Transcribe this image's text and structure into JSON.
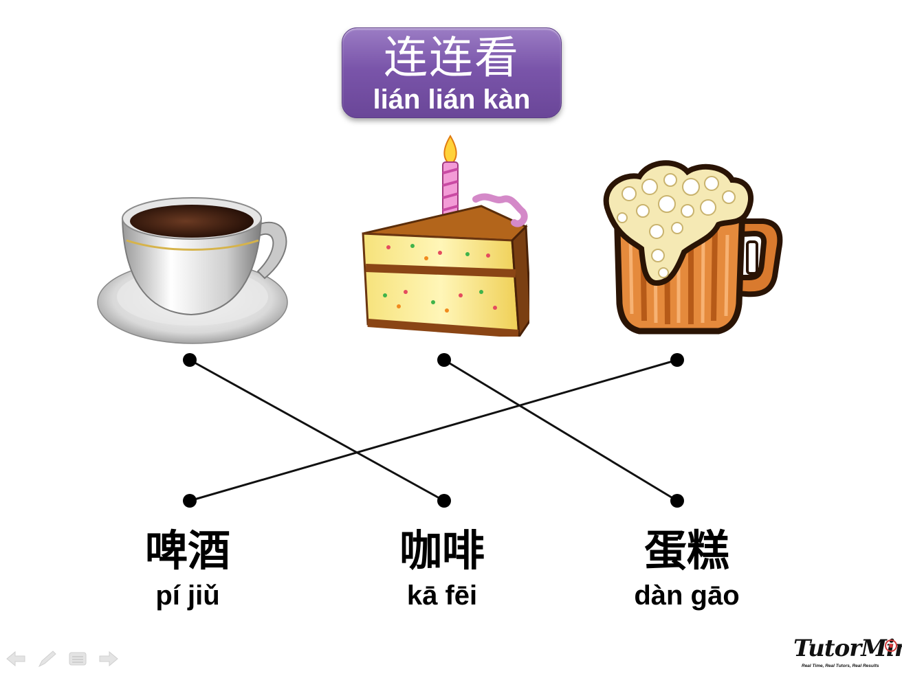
{
  "title": {
    "hanzi": "连连看",
    "pinyin": "lián lián kàn",
    "badge_color": "#7a55aa"
  },
  "pictures": [
    {
      "name": "coffee-cup",
      "icon": "coffee-cup-icon"
    },
    {
      "name": "birthday-cake",
      "icon": "cake-slice-icon"
    },
    {
      "name": "beer-mug",
      "icon": "beer-mug-icon"
    }
  ],
  "words": [
    {
      "hanzi": "啤酒",
      "pinyin": "pí jiǔ"
    },
    {
      "hanzi": "咖啡",
      "pinyin": "kā fēi"
    },
    {
      "hanzi": "蛋糕",
      "pinyin": "dàn gāo"
    }
  ],
  "matches": [
    {
      "picture": 0,
      "word": 1
    },
    {
      "picture": 1,
      "word": 2
    },
    {
      "picture": 2,
      "word": 0
    }
  ],
  "logo": {
    "name": "TutorMing",
    "tagline": "Real Time, Real Tutors, Real Results"
  },
  "nav_icons": [
    "arrow-left-icon",
    "pen-icon",
    "menu-icon",
    "arrow-right-icon"
  ]
}
